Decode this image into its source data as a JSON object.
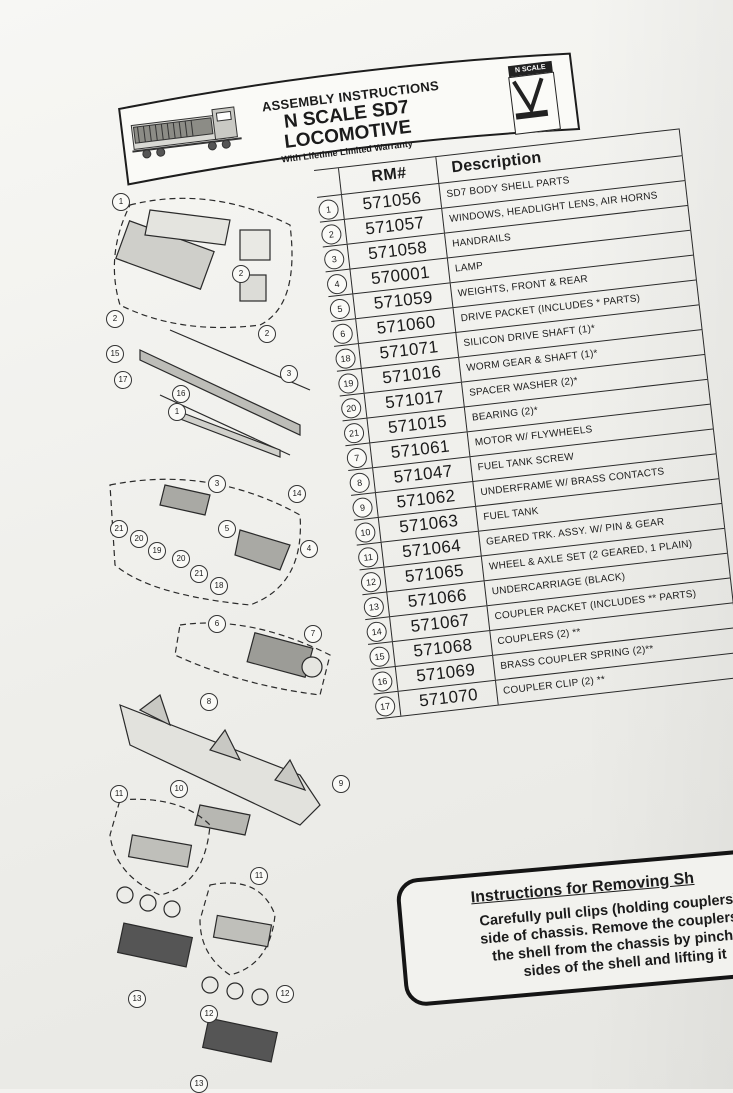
{
  "header": {
    "line1": "ASSEMBLY INSTRUCTIONS",
    "line2": "N SCALE SD7",
    "line3": "LOCOMOTIVE",
    "line4": "With Lifetime Limited Warranty",
    "brand_tag": "N SCALE"
  },
  "table": {
    "col_rm": "RM#",
    "col_desc": "Description",
    "rows": [
      {
        "no": "1",
        "rm": "571056",
        "desc": "SD7 BODY SHELL PARTS"
      },
      {
        "no": "2",
        "rm": "571057",
        "desc": "WINDOWS, HEADLIGHT LENS, AIR HORNS"
      },
      {
        "no": "3",
        "rm": "571058",
        "desc": "HANDRAILS"
      },
      {
        "no": "4",
        "rm": "570001",
        "desc": "LAMP"
      },
      {
        "no": "5",
        "rm": "571059",
        "desc": "WEIGHTS, FRONT & REAR"
      },
      {
        "no": "6",
        "rm": "571060",
        "desc": "DRIVE PACKET (INCLUDES * PARTS)"
      },
      {
        "no": "18",
        "rm": "571071",
        "desc": "SILICON DRIVE SHAFT (1)*"
      },
      {
        "no": "19",
        "rm": "571016",
        "desc": "WORM GEAR & SHAFT (1)*"
      },
      {
        "no": "20",
        "rm": "571017",
        "desc": "SPACER WASHER (2)*"
      },
      {
        "no": "21",
        "rm": "571015",
        "desc": "BEARING (2)*"
      },
      {
        "no": "7",
        "rm": "571061",
        "desc": "MOTOR W/ FLYWHEELS"
      },
      {
        "no": "8",
        "rm": "571047",
        "desc": "FUEL TANK SCREW"
      },
      {
        "no": "9",
        "rm": "571062",
        "desc": "UNDERFRAME W/ BRASS CONTACTS"
      },
      {
        "no": "10",
        "rm": "571063",
        "desc": "FUEL TANK"
      },
      {
        "no": "11",
        "rm": "571064",
        "desc": "GEARED TRK. ASSY. W/ PIN & GEAR"
      },
      {
        "no": "12",
        "rm": "571065",
        "desc": "WHEEL & AXLE SET (2 GEARED, 1 PLAIN)"
      },
      {
        "no": "13",
        "rm": "571066",
        "desc": "UNDERCARRIAGE (BLACK)"
      },
      {
        "no": "14",
        "rm": "571067",
        "desc": "COUPLER PACKET (INCLUDES ** PARTS)"
      },
      {
        "no": "15",
        "rm": "571068",
        "desc": "COUPLERS (2) **"
      },
      {
        "no": "16",
        "rm": "571069",
        "desc": "BRASS COUPLER SPRING (2)**"
      },
      {
        "no": "17",
        "rm": "571070",
        "desc": "COUPLER CLIP (2) **"
      }
    ]
  },
  "diagram": {
    "callouts": [
      "1",
      "2",
      "2",
      "2",
      "15",
      "17",
      "16",
      "3",
      "1",
      "14",
      "3",
      "5",
      "4",
      "21",
      "20",
      "19",
      "20",
      "21",
      "18",
      "6",
      "7",
      "8",
      "9",
      "10",
      "11",
      "11",
      "12",
      "12",
      "13",
      "13"
    ]
  },
  "removal": {
    "title": "Instructions for Removing Sh",
    "lines": [
      "Carefully pull clips (holding couplers) fro",
      "side of chassis. Remove the couplers the",
      "the shell from the chassis by pinching",
      "sides of the shell and lifting it"
    ]
  }
}
